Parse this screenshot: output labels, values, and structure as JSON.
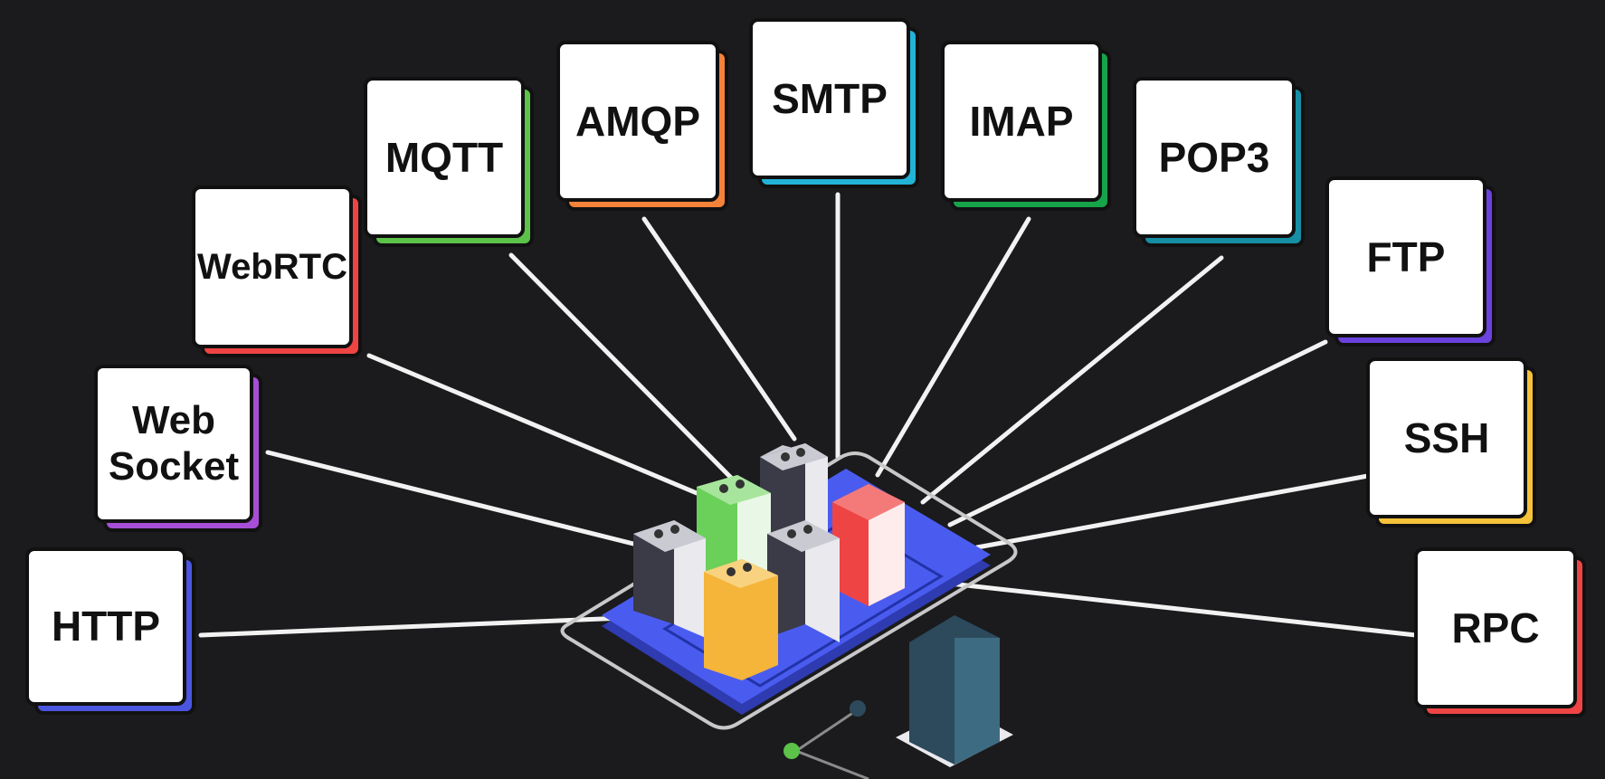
{
  "protocols": [
    {
      "label": "HTTP",
      "color": "#4a55e0"
    },
    {
      "label": "Web\nSocket",
      "color": "#a64fd6"
    },
    {
      "label": "WebRTC",
      "color": "#ef4444"
    },
    {
      "label": "MQTT",
      "color": "#5cc24a"
    },
    {
      "label": "AMQP",
      "color": "#f5823a"
    },
    {
      "label": "SMTP",
      "color": "#22b3d6"
    },
    {
      "label": "IMAP",
      "color": "#17a34a"
    },
    {
      "label": "POP3",
      "color": "#168fa5"
    },
    {
      "label": "FTP",
      "color": "#6a42dd"
    },
    {
      "label": "SSH",
      "color": "#f5c23a"
    },
    {
      "label": "RPC",
      "color": "#ef4444"
    }
  ],
  "colors": {
    "background": "#1b1b1d",
    "platform": "#4a5cf0",
    "line": "#f2f2f2"
  }
}
